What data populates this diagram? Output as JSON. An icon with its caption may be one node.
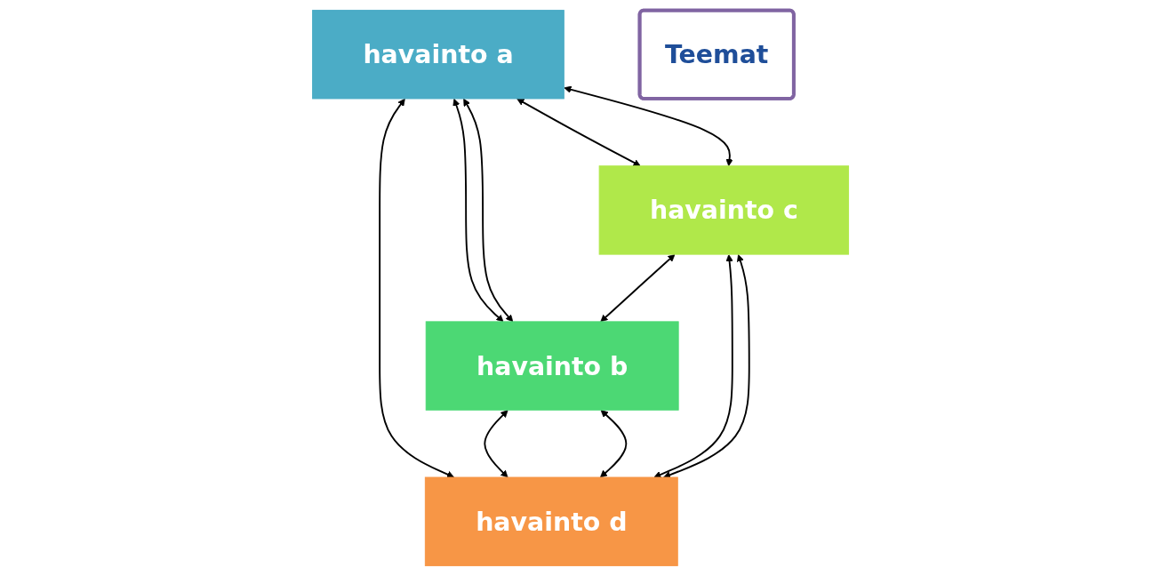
{
  "diagram": {
    "nodes": [
      {
        "text": [
          "havainto a"
        ]
      },
      {
        "text": [
          "havainto b"
        ]
      },
      {
        "text": [
          "Teemat"
        ]
      },
      {
        "text": [
          "havainto c"
        ]
      },
      {
        "text": [
          "havainto d"
        ]
      }
    ],
    "edges": [
      {
        "from": 0,
        "to": 1,
        "arrow": "both"
      },
      {
        "from": 0,
        "to": 1,
        "arrow": "both"
      },
      {
        "from": 0,
        "to": 3,
        "arrow": "both"
      },
      {
        "from": 0,
        "to": 3,
        "arrow": "both"
      },
      {
        "from": 0,
        "to": 4,
        "arrow": "both"
      },
      {
        "from": 3,
        "to": 1,
        "arrow": "both"
      },
      {
        "from": 1,
        "to": 4,
        "arrow": "both"
      },
      {
        "from": 1,
        "to": 4,
        "arrow": "both"
      },
      {
        "from": 3,
        "to": 4,
        "arrow": "both"
      },
      {
        "from": 3,
        "to": 4,
        "arrow": "both"
      }
    ]
  }
}
